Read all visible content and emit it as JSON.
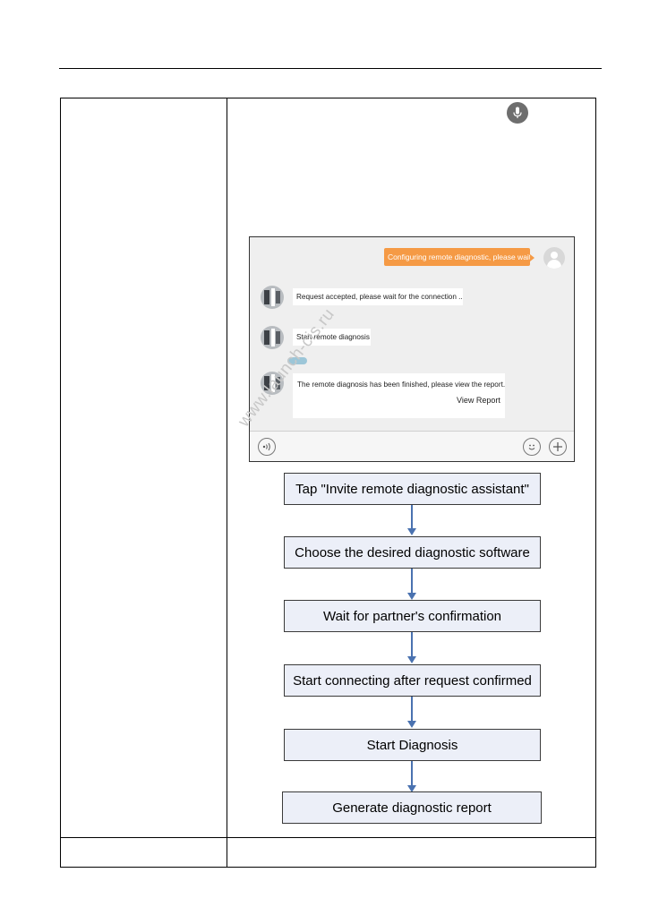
{
  "watermark": "www.launch-cis.ru",
  "icons": {
    "mic": "microphone-icon",
    "voice": "voice-input-icon",
    "emoji": "emoji-icon",
    "add": "add-icon"
  },
  "chat": {
    "outgoing_message": "Configuring remote diagnostic, please wait...",
    "messages": [
      "Request accepted, please wait for the connection ...",
      "Start remote diagnosis",
      "The remote diagnosis has been finished, please view the report."
    ],
    "view_report": "View Report"
  },
  "flow": {
    "steps": [
      "Tap \"Invite remote diagnostic assistant\"",
      "Choose the desired diagnostic software",
      "Wait for partner's confirmation",
      "Start connecting after request confirmed",
      "Start Diagnosis",
      "Generate diagnostic report"
    ]
  },
  "colors": {
    "orange_bubble": "#f59a45",
    "flow_fill": "#eceff8",
    "arrow": "#4a72b0"
  }
}
